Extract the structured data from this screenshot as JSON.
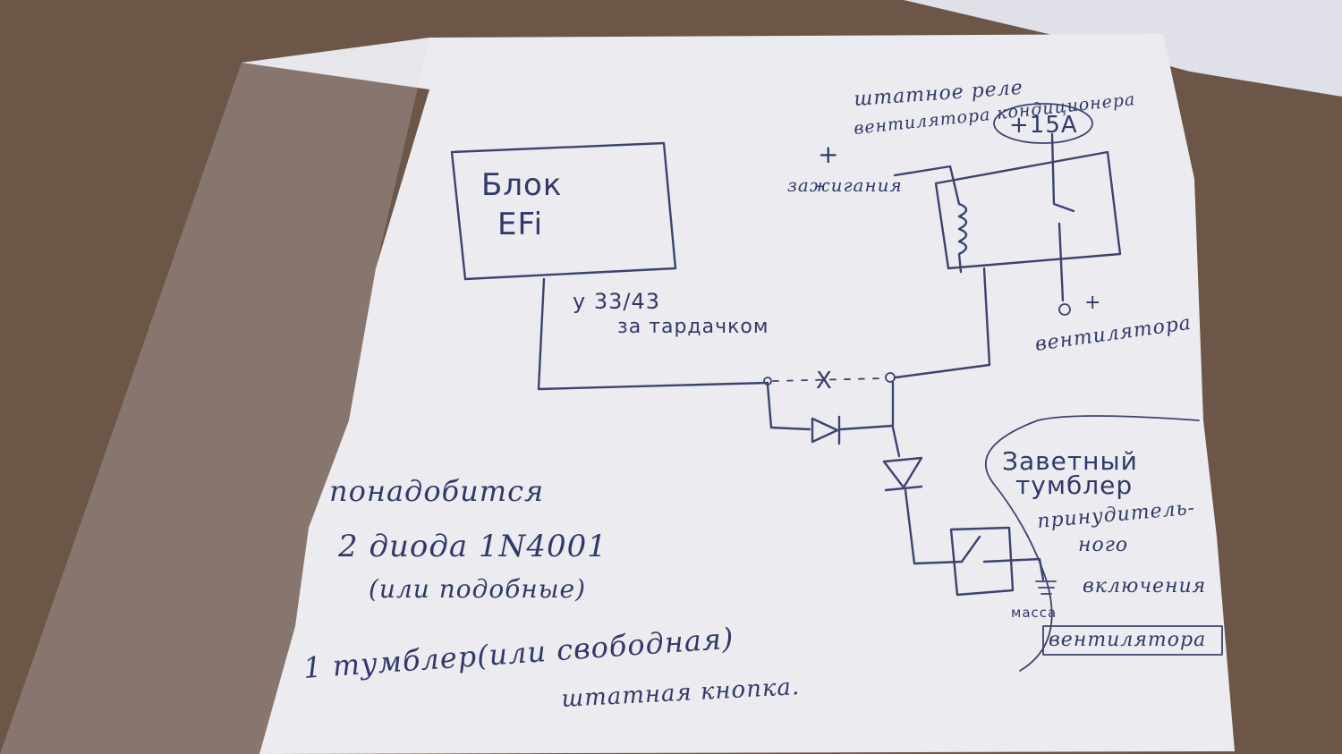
{
  "colors": {
    "background": "#6b5648",
    "paper": "#ecebef",
    "ink": "#3a4470"
  },
  "diagram": {
    "efi_block": {
      "line1": "Блок",
      "line2": "EFi"
    },
    "efi_wire_label": {
      "line1": "у 33/43",
      "line2": "за тардачком"
    },
    "ignition": {
      "plus": "+",
      "label": "зажигания"
    },
    "relay_label": {
      "line1": "штатное реле",
      "line2": "вентилятора кондициoнера"
    },
    "fuse_label": "+15A",
    "fan_label": {
      "plus": "+",
      "label": "вентилятора"
    },
    "break_mark": "X",
    "ground_label": "масса",
    "switch_note": {
      "line1": "Заветный",
      "line2": "тумблер",
      "line3": "принудитель-",
      "line4": "ного",
      "line5": "включения",
      "line6": "вентилятора"
    },
    "parts_list": {
      "heading": "понадобится",
      "item1": "2 диода 1N4001",
      "item1_note": "(или подобные)",
      "item2": "1 тумблер(или свободная)",
      "item2_note": "штатная кнопка."
    }
  }
}
